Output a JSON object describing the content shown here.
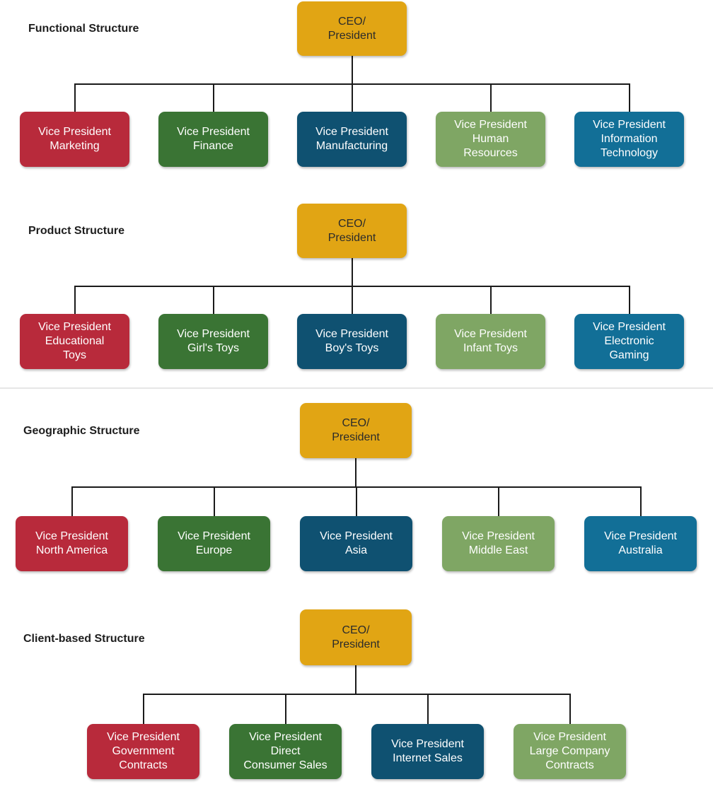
{
  "colors": {
    "ceo": "#e1a514",
    "red": "#b82a3b",
    "dark_green": "#3a7434",
    "dark_blue": "#0f5171",
    "light_green": "#7fa664",
    "blue": "#126f97",
    "connector": "#1a1a1a"
  },
  "charts": [
    {
      "title": "Functional Structure",
      "ceo": {
        "lines": [
          "CEO/",
          "President"
        ]
      },
      "vps": [
        {
          "lines": [
            "Vice President",
            "Marketing"
          ],
          "color": "red"
        },
        {
          "lines": [
            "Vice President",
            "Finance"
          ],
          "color": "dark_green"
        },
        {
          "lines": [
            "Vice President",
            "Manufacturing"
          ],
          "color": "dark_blue"
        },
        {
          "lines": [
            "Vice President",
            "Human",
            "Resources"
          ],
          "color": "light_green"
        },
        {
          "lines": [
            "Vice President",
            "Information",
            "Technology"
          ],
          "color": "blue"
        }
      ]
    },
    {
      "title": "Product Structure",
      "ceo": {
        "lines": [
          "CEO/",
          "President"
        ]
      },
      "vps": [
        {
          "lines": [
            "Vice President",
            "Educational",
            "Toys"
          ],
          "color": "red"
        },
        {
          "lines": [
            "Vice President",
            "Girl's Toys"
          ],
          "color": "dark_green"
        },
        {
          "lines": [
            "Vice President",
            "Boy's Toys"
          ],
          "color": "dark_blue"
        },
        {
          "lines": [
            "Vice President",
            "Infant Toys"
          ],
          "color": "light_green"
        },
        {
          "lines": [
            "Vice President",
            "Electronic",
            "Gaming"
          ],
          "color": "blue"
        }
      ]
    },
    {
      "title": "Geographic Structure",
      "ceo": {
        "lines": [
          "CEO/",
          "President"
        ]
      },
      "vps": [
        {
          "lines": [
            "Vice President",
            "North America"
          ],
          "color": "red"
        },
        {
          "lines": [
            "Vice President",
            "Europe"
          ],
          "color": "dark_green"
        },
        {
          "lines": [
            "Vice President",
            "Asia"
          ],
          "color": "dark_blue"
        },
        {
          "lines": [
            "Vice President",
            "Middle East"
          ],
          "color": "light_green"
        },
        {
          "lines": [
            "Vice President",
            "Australia"
          ],
          "color": "blue"
        }
      ]
    },
    {
      "title": "Client-based Structure",
      "ceo": {
        "lines": [
          "CEO/",
          "President"
        ]
      },
      "vps": [
        {
          "lines": [
            "Vice President",
            "Government",
            "Contracts"
          ],
          "color": "red"
        },
        {
          "lines": [
            "Vice President",
            "Direct",
            "Consumer Sales"
          ],
          "color": "dark_green"
        },
        {
          "lines": [
            "Vice President",
            "Internet Sales"
          ],
          "color": "dark_blue"
        },
        {
          "lines": [
            "Vice President",
            "Large Company",
            "Contracts"
          ],
          "color": "light_green"
        }
      ]
    }
  ]
}
